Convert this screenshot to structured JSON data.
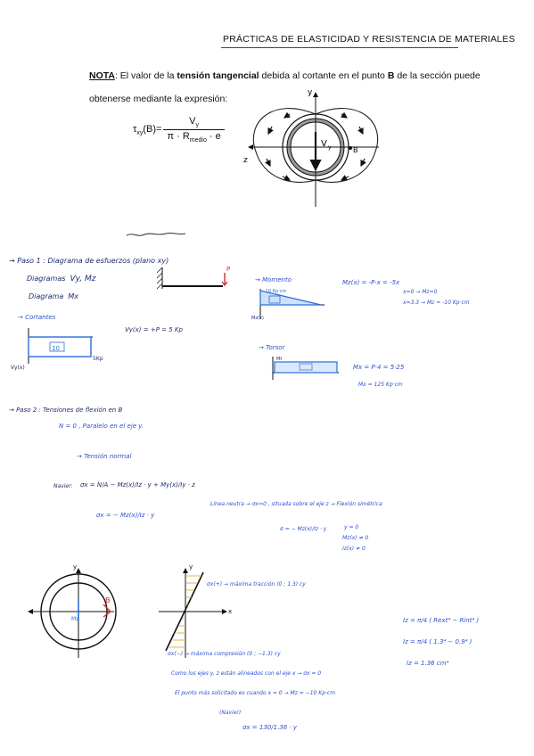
{
  "header": {
    "title": "PRÁCTICAS DE ELASTICIDAD Y RESISTENCIA DE MATERIALES"
  },
  "note": {
    "label": "NOTA",
    "text_1": ": El valor de la ",
    "bold": "tensión tangencial",
    "text_2": " debida al cortante en el punto ",
    "point": "B",
    "text_3": " de la sección puede",
    "text_4": "obtenerse mediante la expresión:"
  },
  "formula": {
    "lhs": "τ",
    "lhs_sub": "xy",
    "lhs_arg": "(B)=",
    "num": "V",
    "num_sub": "y",
    "den": "π · R",
    "den_sub": "medio",
    "den_tail": " · e"
  },
  "section_figure": {
    "y_axis": "y",
    "z_axis": "z",
    "shear": "V",
    "shear_sub": "y",
    "point": "B"
  },
  "notes": {
    "paso1": "→ Paso 1 : Diagrama de esfuerzos (plano xy)",
    "diagramas_1": "Diagramas",
    "diagramas_1_val": "Vy, Mz",
    "diagramas_2": "Diagrama",
    "diagramas_2_val": "Mx",
    "cortantes": "→ Cortantes",
    "momento": "→ Momento",
    "momento_val": "-10 Kp·cm",
    "mz_eq": "Mz(x) = -P·x = -5x",
    "mz_a": "x=0 → Mz=0",
    "mz_b": "x=3.3 → Mz = -10 Kp·cm",
    "vy_eq": "Vy(x) = +P = 5 Kp",
    "cortante_val": "10",
    "cortante_sk": "5Kp",
    "vy_label": "Vy(x)",
    "torsor": "→ Torsor",
    "mt_eq": "Mx = P·4 = 5·25",
    "mt_val": "Mx = 125 Kp·cm",
    "paso2": "→ Paso 2 : Tensiones de flexión en B",
    "n0": "N = 0 , Paralelo en el eje y.",
    "tension_normal": "→ Tensión normal",
    "sigma_label": "Navier:",
    "sigma_eq": "σx = N/A − Mz(x)/Iz · y + My(x)/Iy · z",
    "sigma_res": "σx = − Mz(x)/Iz · y",
    "linea_neutra": "Línea neutra → σx=0 , situada sobre el eje z → Flexión simétrica",
    "sigma_eq2": "σ = − Mz(x)/Iz · y",
    "cond_1": "y = 0",
    "cond_2": "Mz(x) ≠ 0",
    "cond_3": "Iz(x) ≠ 0",
    "sx_plus": "σx(+) → máxima tracción (0 ; 1.3) cy",
    "sx_minus": "σx(−) → máxima compresión (0 ; −1.3) cy",
    "ejes_sim": "Como los ejes y, z están alineados con el eje x → σx = 0",
    "punto_mas": "El punto más solicitado es cuando x = 0 → Mz = −10 Kp·cm",
    "navier": "(Navier)",
    "sigma_final": "σx = 130/1.36 · y",
    "iz_1": "Iz = π/4 ( Rext⁴ − Rint⁴ )",
    "iz_2": "Iz = π/4 ( 1.3⁴ − 0.9⁴ )",
    "iz_3": "Iz = 1.36 cm⁴",
    "mt_label": "Mt",
    "load_p": "P",
    "pt_b": "B"
  }
}
